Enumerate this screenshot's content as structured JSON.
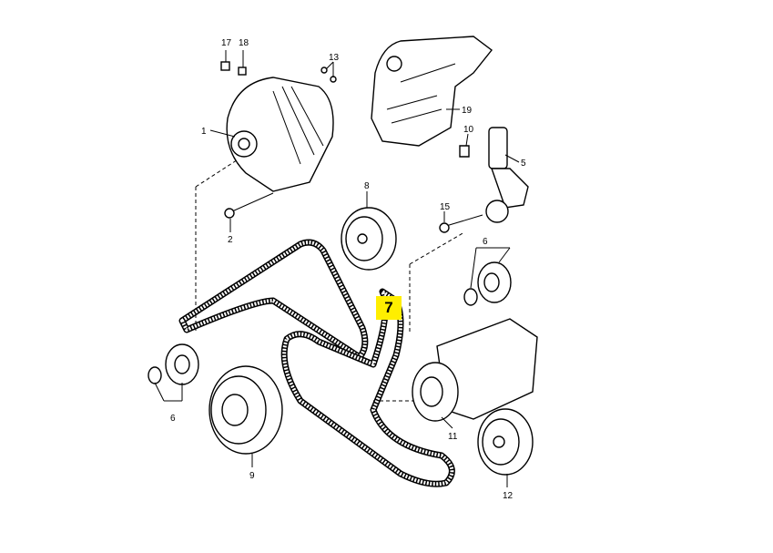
{
  "title": "Poly-V belt drive exploded parts diagram",
  "highlight_color": "#ffee00",
  "labels": {
    "p17": "17",
    "p18": "18",
    "p13": "13",
    "p1": "1",
    "p19": "19",
    "p10": "10",
    "p5": "5",
    "p8": "8",
    "p15": "15",
    "p2": "2",
    "p6_top": "6",
    "p7": "7",
    "p6_bottom": "6",
    "p11": "11",
    "p9": "9",
    "p12": "12"
  }
}
